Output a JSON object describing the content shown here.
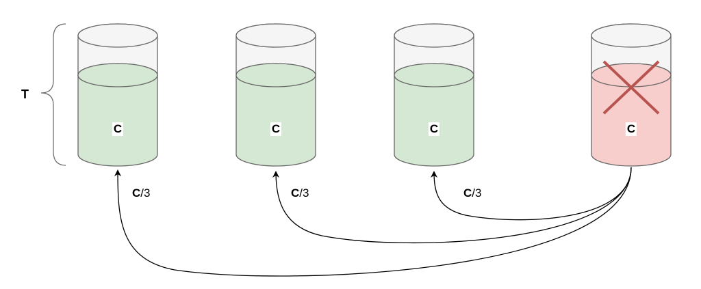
{
  "colors": {
    "alive_fill": "#d5e8d4",
    "failed_fill": "#f8cecc",
    "failed_mark": "#b85450",
    "glass_fill": "#f5f5f5",
    "stroke": "#666666",
    "arrow": "#000000"
  },
  "span_label": "T",
  "cylinders": [
    {
      "label": "C",
      "status": "alive"
    },
    {
      "label": "C",
      "status": "alive"
    },
    {
      "label": "C",
      "status": "alive"
    },
    {
      "label": "C",
      "status": "failed"
    }
  ],
  "flows": [
    {
      "from": 3,
      "to": 0,
      "amount_symbol": "C",
      "amount_divisor": "/3"
    },
    {
      "from": 3,
      "to": 1,
      "amount_symbol": "C",
      "amount_divisor": "/3"
    },
    {
      "from": 3,
      "to": 2,
      "amount_symbol": "C",
      "amount_divisor": "/3"
    }
  ]
}
